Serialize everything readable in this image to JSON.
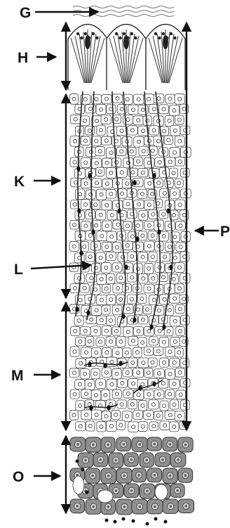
{
  "labels": {
    "G": "G",
    "H": "H",
    "K": "K",
    "L": "L",
    "M": "M",
    "O": "O",
    "P": "P"
  },
  "colors": {
    "ink": "#111111",
    "cell_fill": "#ffffff",
    "dark_cell_fill": "#8f8f8f",
    "dark_nucleus": "#555555"
  }
}
